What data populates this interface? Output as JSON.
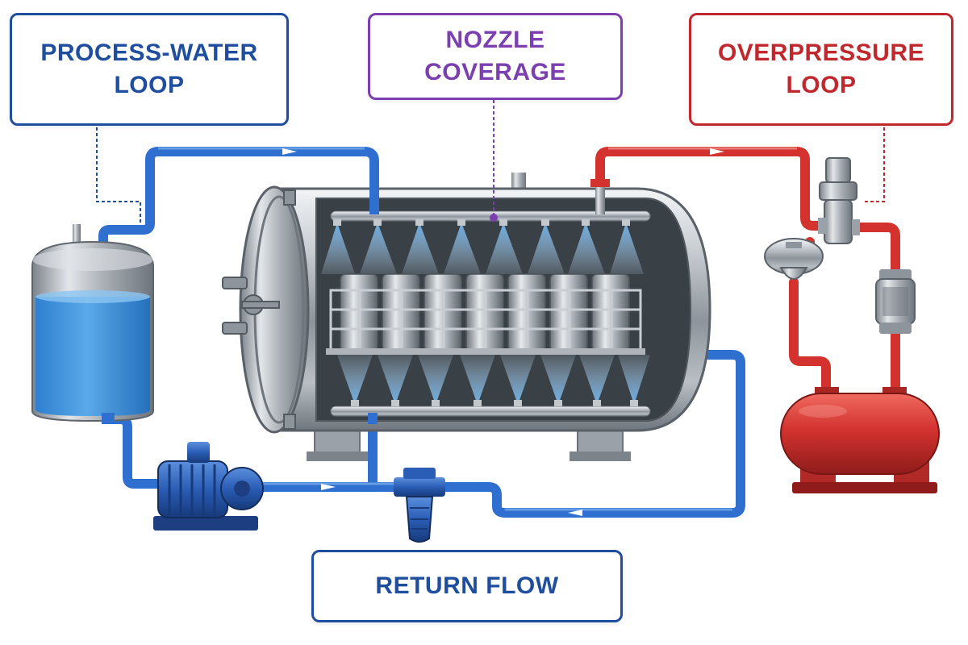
{
  "callouts": {
    "process_water": {
      "line1": "PROCESS-WATER",
      "line2": "LOOP"
    },
    "nozzle": {
      "line1": "NOZZLE",
      "line2": "COVERAGE"
    },
    "overpressure": {
      "line1": "OVERPRESSURE",
      "line2": "LOOP"
    },
    "return_flow": {
      "line1": "RETURN FLOW"
    }
  },
  "colors": {
    "process_loop": "#2f6fd0",
    "overpressure_loop": "#d3322f",
    "nozzle_callout": "#7b3fb0",
    "callout_blue": "#1f4e9e",
    "callout_red": "#c0282d",
    "spray": "#8ec5f0"
  }
}
